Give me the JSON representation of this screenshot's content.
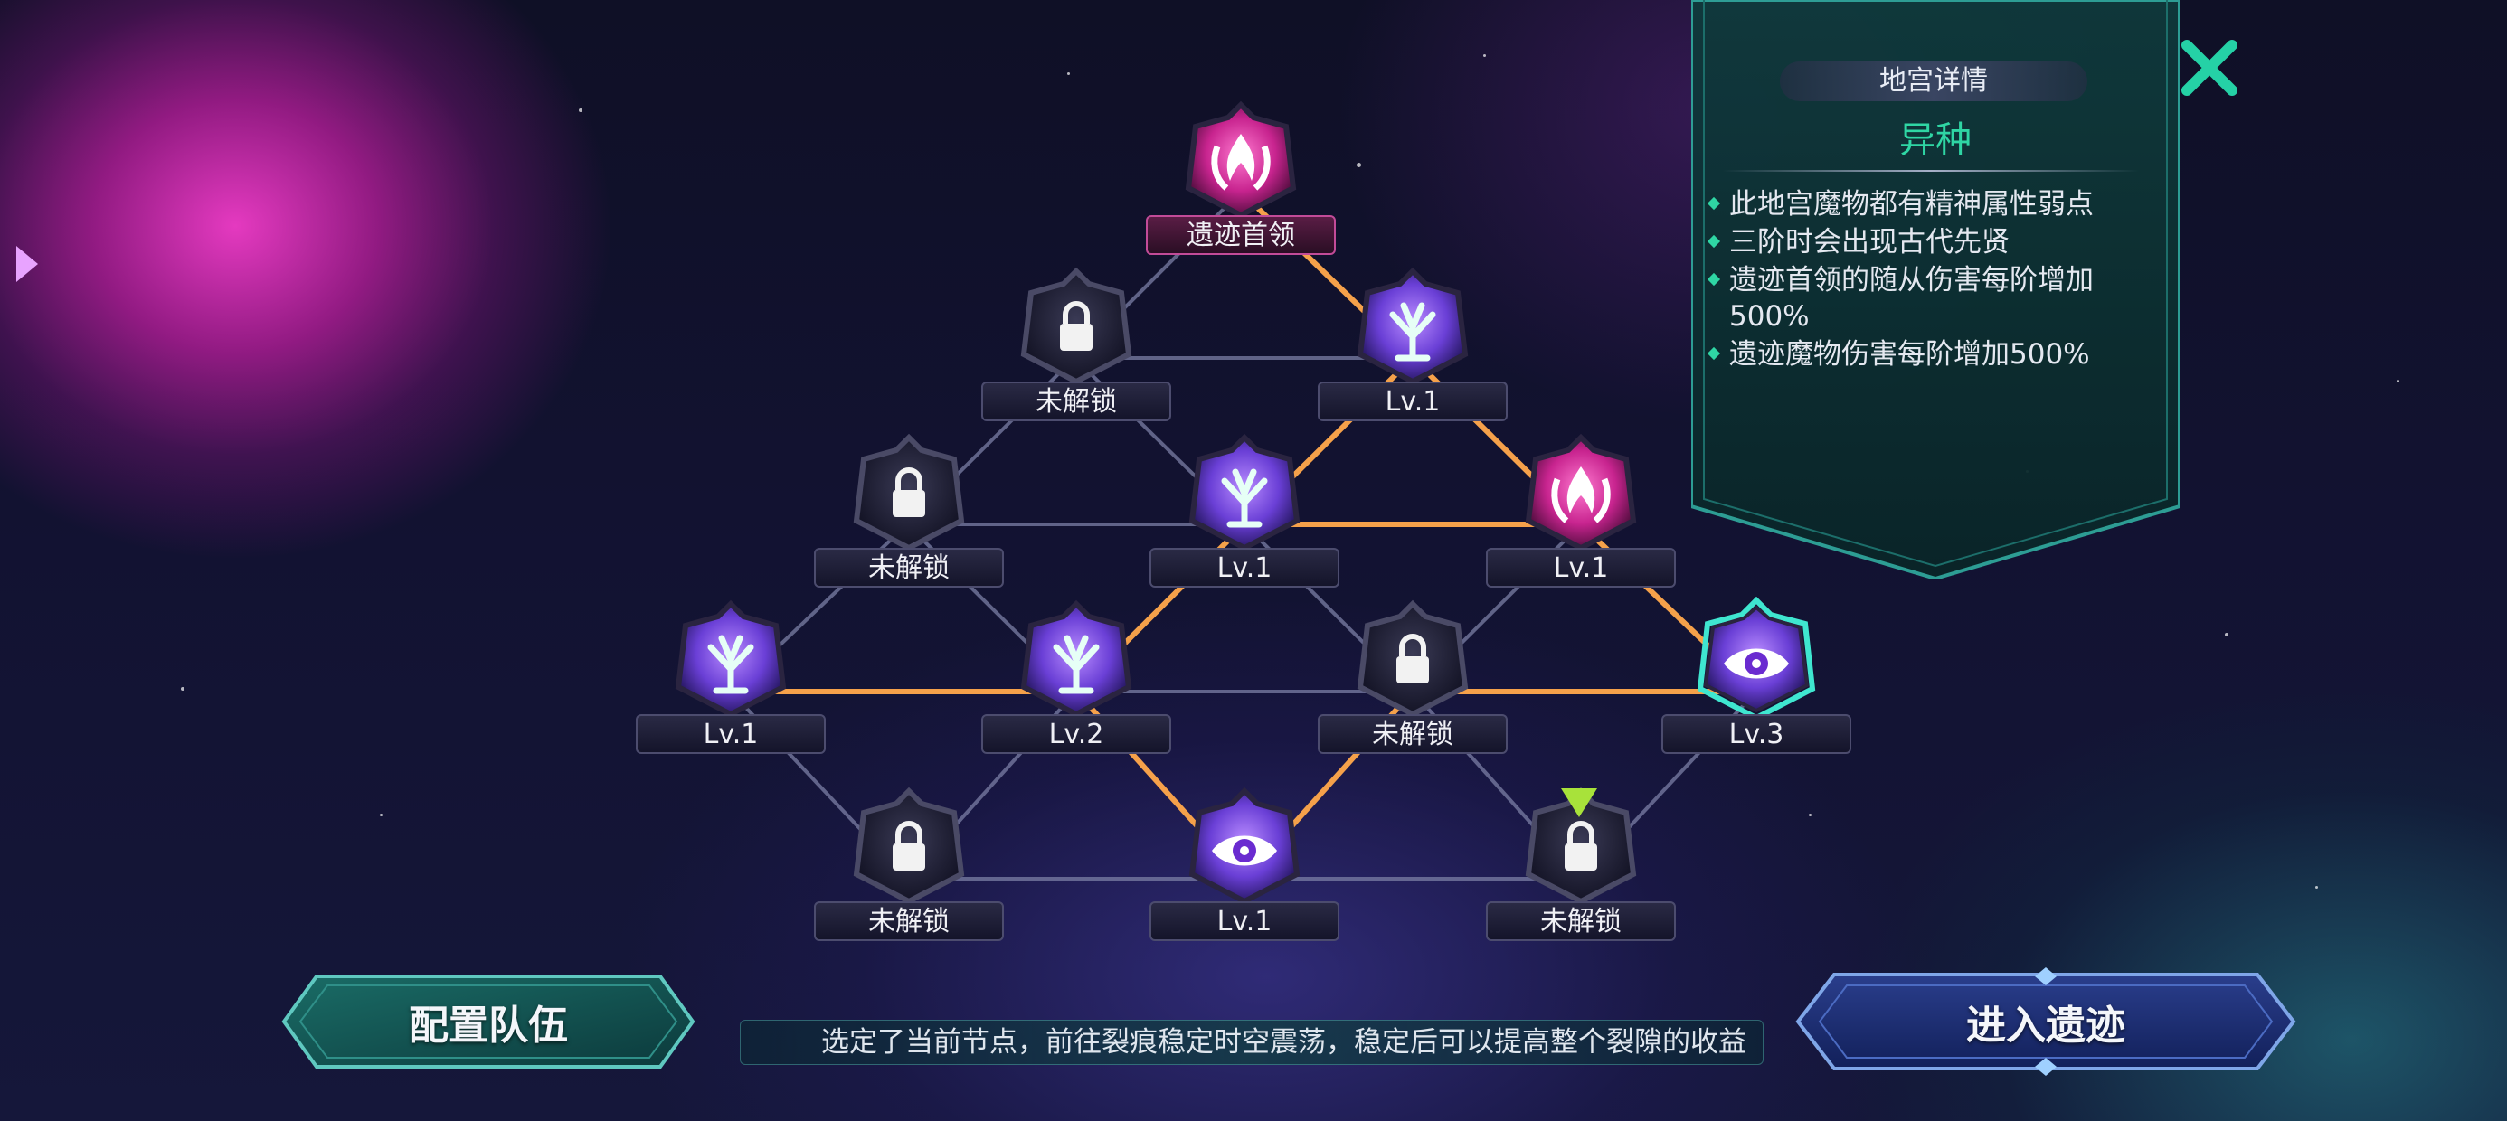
{
  "panel": {
    "title": "地宫详情",
    "heading": "异种",
    "rules": [
      "此地宫魔物都有精神属性弱点",
      "三阶时会出现古代先贤",
      "遗迹首领的随从伤害每阶增加500%",
      "遗迹魔物伤害每阶增加500%"
    ]
  },
  "nodes": [
    {
      "id": "boss",
      "label": "遗迹首领",
      "kind": "boss",
      "state": "boss"
    },
    {
      "id": "r2a",
      "label": "未解锁",
      "kind": "lock",
      "state": "locked"
    },
    {
      "id": "r2b",
      "label": "Lv.1",
      "kind": "tree",
      "state": "unlocked"
    },
    {
      "id": "r3a",
      "label": "未解锁",
      "kind": "lock",
      "state": "locked"
    },
    {
      "id": "r3b",
      "label": "Lv.1",
      "kind": "tree",
      "state": "unlocked"
    },
    {
      "id": "r3c",
      "label": "Lv.1",
      "kind": "boss",
      "state": "unlocked"
    },
    {
      "id": "r4a",
      "label": "Lv.1",
      "kind": "tree",
      "state": "unlocked"
    },
    {
      "id": "r4b",
      "label": "Lv.2",
      "kind": "tree",
      "state": "unlocked"
    },
    {
      "id": "r4c",
      "label": "未解锁",
      "kind": "lock",
      "state": "locked"
    },
    {
      "id": "r4d",
      "label": "Lv.3",
      "kind": "eye",
      "state": "selected"
    },
    {
      "id": "r5a",
      "label": "未解锁",
      "kind": "lock",
      "state": "locked"
    },
    {
      "id": "r5b",
      "label": "Lv.1",
      "kind": "eye",
      "state": "unlocked"
    },
    {
      "id": "r5c",
      "label": "未解锁",
      "kind": "lock",
      "state": "locked"
    }
  ],
  "buttons": {
    "team": "配置队伍",
    "enter": "进入遗迹"
  },
  "hint": "选定了当前节点，前往裂痕稳定时空震荡，稳定后可以提高整个裂隙的收益",
  "colors": {
    "accent_teal": "#2fd6a4",
    "active_link": "#f5a14a",
    "inactive_link": "#7b7fa5",
    "selected_glow": "#3fe6d0",
    "close": "#25d1a6",
    "cursor": "#a8e23a"
  }
}
